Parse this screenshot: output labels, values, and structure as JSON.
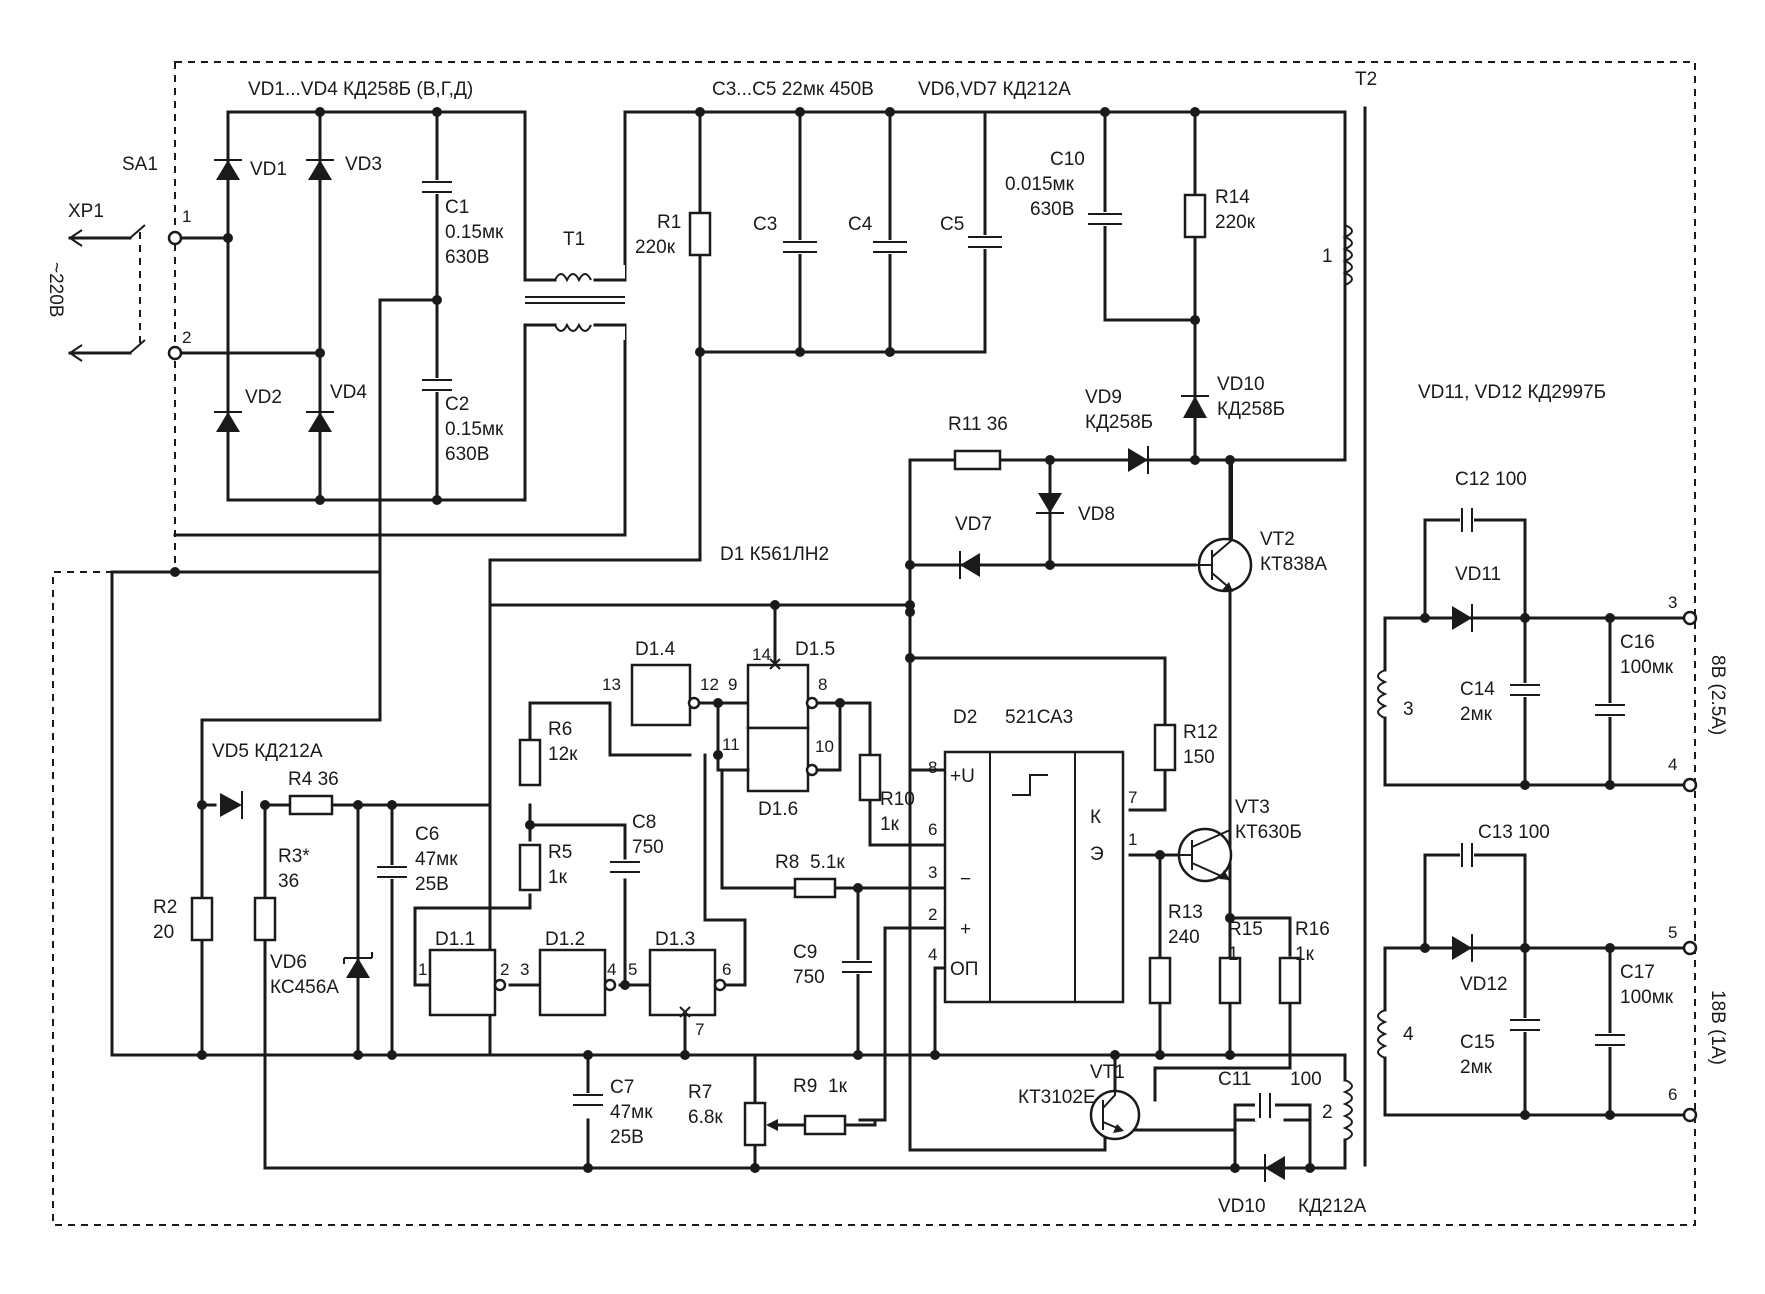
{
  "labels": {
    "vd1_vd4": "VD1...VD4 КД258Б (В,Г,Д)",
    "c3_c5": "C3...C5 22мк 450В",
    "vd6_vd7": "VD6,VD7 КД212А",
    "t2": "T2",
    "sa1": "SA1",
    "xp1": "XP1",
    "mains": "~220В",
    "vd1": "VD1",
    "vd2": "VD2",
    "vd3": "VD3",
    "vd4": "VD4",
    "c1": "C1",
    "c1_val": "0.15мк",
    "c1_v": "630В",
    "c2": "C2",
    "c2_val": "0.15мк",
    "c2_v": "630В",
    "t1": "T1",
    "r1": "R1",
    "r1_val": "220к",
    "c3": "C3",
    "c4": "C4",
    "c5": "C5",
    "c10": "C10",
    "c10_val": "0.015мк",
    "c10_v": "630В",
    "r14": "R14",
    "r14_val": "220к",
    "vd10_top": "VD10",
    "vd10_top_val": "КД258Б",
    "vd9": "VD9",
    "vd9_val": "КД258Б",
    "r11": "R11 36",
    "vd8": "VD8",
    "vd7": "VD7",
    "vt2": "VT2",
    "vt2_val": "КТ838А",
    "d1": "D1 К561ЛН2",
    "vd11_12": "VD11, VD12 КД2997Б",
    "c12": "C12 100",
    "vd11": "VD11",
    "c16": "C16",
    "c16_val": "100мк",
    "c14": "C14",
    "c14_val": "2мк",
    "out1": "8В (2.5А)",
    "c13": "C13 100",
    "vd12": "VD12",
    "c17": "C17",
    "c17_val": "100мк",
    "c15": "C15",
    "c15_val": "2мк",
    "out2": "18В (1А)",
    "vd5": "VD5 КД212А",
    "r4": "R4 36",
    "r3": "R3*",
    "r3_val": "36",
    "r2": "R2",
    "r2_val": "20",
    "vd6": "VD6",
    "vd6_val": "КС456А",
    "c6": "C6",
    "c6_val": "47мк",
    "c6_v": "25В",
    "r6": "R6",
    "r6_val": "12к",
    "r5": "R5",
    "r5_val": "1к",
    "c8": "C8",
    "c8_val": "750",
    "d1_4": "D1.4",
    "d1_5": "D1.5",
    "d1_6": "D1.6",
    "d1_1": "D1.1",
    "d1_2": "D1.2",
    "d1_3": "D1.3",
    "r10": "R10",
    "r10_val": "1к",
    "r8": "R8",
    "r8_val": "5.1к",
    "c9": "C9",
    "c9_val": "750",
    "d2": "D2",
    "d2_type": "521СА3",
    "plus_u": "+U",
    "minus": "−",
    "plus": "+",
    "op": "ОП",
    "k": "К",
    "e": "Э",
    "r12": "R12",
    "r12_val": "150",
    "vt3": "VT3",
    "vt3_val": "КТ630Б",
    "r13": "R13",
    "r13_val": "240",
    "r15": "R15",
    "r15_val": "1",
    "r16": "R16",
    "r16_val": "1к",
    "c7": "C7",
    "c7_val": "47мк",
    "c7_v": "25В",
    "r7": "R7",
    "r7_val": "6.8к",
    "r9": "R9",
    "r9_val": "1к",
    "vt1": "VT1",
    "vt1_val": "КТ3102Е",
    "c11": "C11",
    "c11_val": "100",
    "vd10_bot": "VD10",
    "vd10_bot_val": "КД212А",
    "winding1": "1",
    "winding2": "2",
    "winding3": "3",
    "winding4": "4"
  },
  "pins": {
    "p1": "1",
    "p2": "2",
    "p3": "3",
    "p4": "4",
    "p5": "5",
    "p6": "6",
    "p7": "7",
    "p8": "8",
    "p9": "9",
    "p10": "10",
    "p11": "11",
    "p12": "12",
    "p13": "13",
    "p14": "14"
  }
}
